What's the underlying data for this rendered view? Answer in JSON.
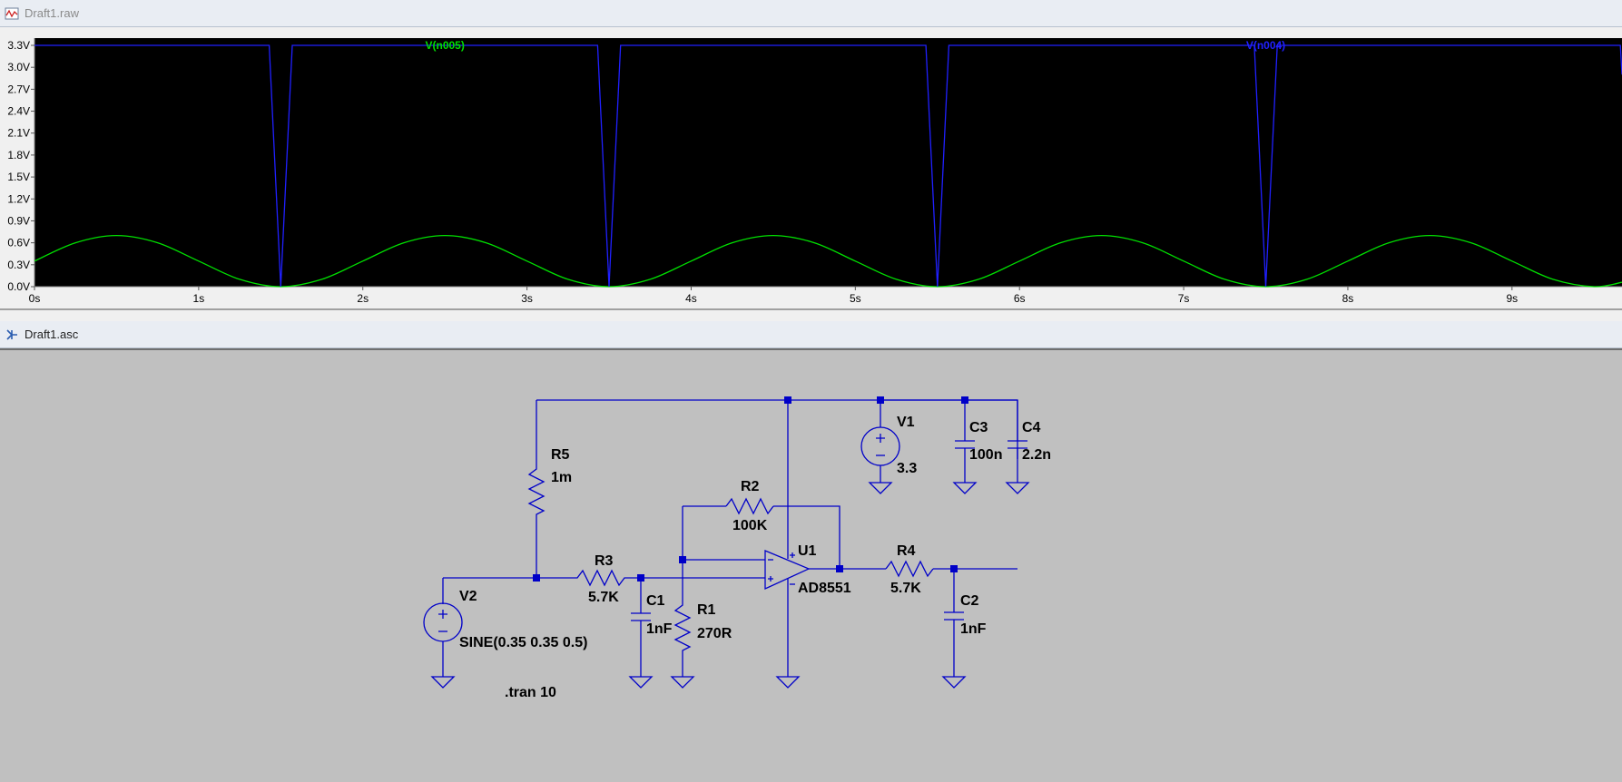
{
  "windows": {
    "waveform": {
      "title": "Draft1.raw",
      "icon": "waveform-window-icon"
    },
    "schematic": {
      "title": "Draft1.asc",
      "icon": "schematic-window-icon"
    }
  },
  "chart_data": {
    "type": "line",
    "xlim": [
      0,
      9.67
    ],
    "ylim": [
      0,
      3.3
    ],
    "x_ticks": [
      "0s",
      "1s",
      "2s",
      "3s",
      "4s",
      "5s",
      "6s",
      "7s",
      "8s",
      "9s"
    ],
    "y_ticks": [
      "0.0V",
      "0.3V",
      "0.6V",
      "0.9V",
      "1.2V",
      "1.5V",
      "1.8V",
      "2.1V",
      "2.4V",
      "2.7V",
      "3.0V",
      "3.3V"
    ],
    "background": "#000000",
    "series": [
      {
        "name": "V(n005)",
        "color": "#00e000",
        "x": [
          0,
          0.25,
          0.5,
          0.75,
          1.0,
          1.25,
          1.5,
          1.75,
          2.0,
          2.25,
          2.5,
          2.75,
          3.0,
          3.25,
          3.5,
          3.75,
          4.0,
          4.25,
          4.5,
          4.75,
          5.0,
          5.25,
          5.5,
          5.75,
          6.0,
          6.25,
          6.5,
          6.75,
          7.0,
          7.25,
          7.5,
          7.75,
          8.0,
          8.25,
          8.5,
          8.75,
          9.0,
          9.25,
          9.5,
          9.67
        ],
        "y": [
          0.35,
          0.6,
          0.7,
          0.6,
          0.35,
          0.1,
          0.0,
          0.1,
          0.35,
          0.6,
          0.7,
          0.6,
          0.35,
          0.1,
          0.0,
          0.1,
          0.35,
          0.6,
          0.7,
          0.6,
          0.35,
          0.1,
          0.0,
          0.1,
          0.35,
          0.6,
          0.7,
          0.6,
          0.35,
          0.1,
          0.0,
          0.1,
          0.35,
          0.6,
          0.7,
          0.6,
          0.35,
          0.1,
          0.0,
          0.06
        ]
      },
      {
        "name": "V(n004)",
        "color": "#2020ff",
        "x": [
          0,
          1.43,
          1.5,
          1.57,
          3.43,
          3.5,
          3.57,
          5.43,
          5.5,
          5.57,
          7.43,
          7.5,
          7.57,
          9.66,
          9.67
        ],
        "y": [
          3.3,
          3.3,
          0.0,
          3.3,
          3.3,
          0.0,
          3.3,
          3.3,
          0.0,
          3.3,
          3.3,
          0.0,
          3.3,
          3.3,
          2.9
        ]
      }
    ]
  },
  "schematic": {
    "components": {
      "R5": {
        "name": "R5",
        "value": "1m"
      },
      "R3": {
        "name": "R3",
        "value": "5.7K"
      },
      "R2": {
        "name": "R2",
        "value": "100K"
      },
      "R1": {
        "name": "R1",
        "value": "270R"
      },
      "R4": {
        "name": "R4",
        "value": "5.7K"
      },
      "C1": {
        "name": "C1",
        "value": "1nF"
      },
      "C2": {
        "name": "C2",
        "value": "1nF"
      },
      "C3": {
        "name": "C3",
        "value": "100n"
      },
      "C4": {
        "name": "C4",
        "value": "2.2n"
      },
      "V1": {
        "name": "V1",
        "value": "3.3"
      },
      "V2": {
        "name": "V2",
        "value": "SINE(0.35 0.35 0.5)"
      },
      "U1": {
        "name": "U1",
        "value": "AD8551"
      }
    },
    "directive": ".tran 10",
    "wire_color": "#0000c8"
  }
}
